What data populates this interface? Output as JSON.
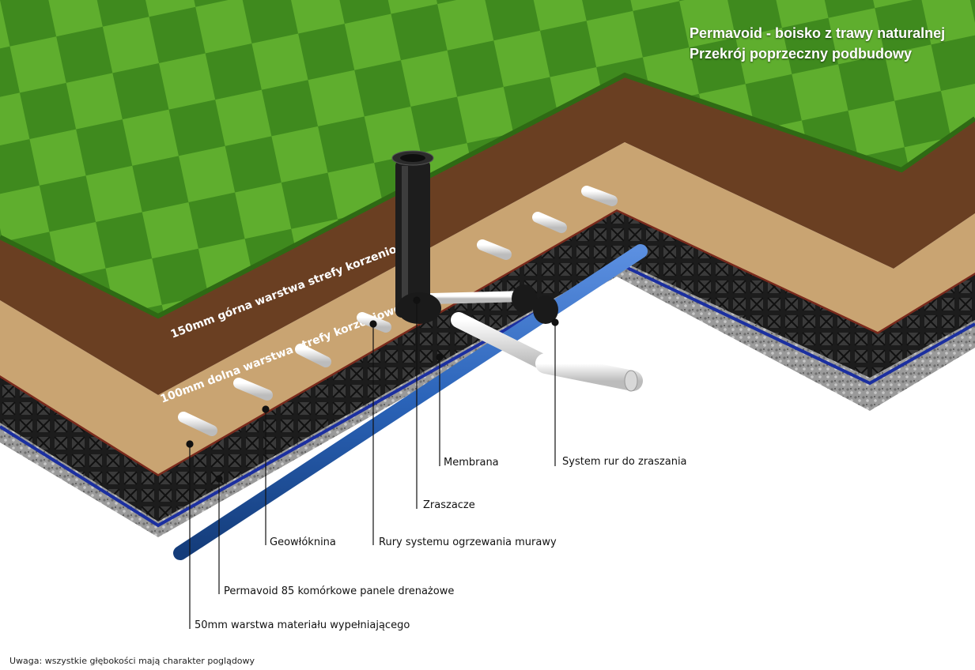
{
  "title": {
    "line1": "Permavoid - boisko z trawy naturalnej",
    "line2": "Przekrój poprzeczny podbudowy"
  },
  "layer_labels": {
    "upper_root_zone": "150mm górna warstwa strefy korzeniowej",
    "lower_root_zone": "100mm dolna warstwa strefy korzeniowej"
  },
  "callouts": {
    "membrane": "Membrana",
    "irrigation_pipes": "System rur do zraszania",
    "sprinklers": "Zraszacze",
    "geotextile": "Geowłóknina",
    "heating_pipes": "Rury systemu ogrzewania murawy",
    "drainage_panels": "Permavoid 85 komórkowe panele drenażowe",
    "fill_layer": "50mm warstwa materiału wypełniającego"
  },
  "footnote": "Uwaga: wszystkie głębokości mają charakter poglądowy",
  "colors": {
    "grass_light": "#5fae2e",
    "grass_dark": "#3f8a1e",
    "topsoil": "#6a3f22",
    "sand": "#c9a472",
    "membrane": "#7a2a1c",
    "geotextile_line": "#1b2fa0",
    "panels": "#1c1c1c",
    "gravel": "#9a9a9a",
    "heating_pipe": "#2a63b8",
    "pipe_white": "#eeeeee"
  },
  "icons": [
    "irrigation-riser-icon"
  ]
}
